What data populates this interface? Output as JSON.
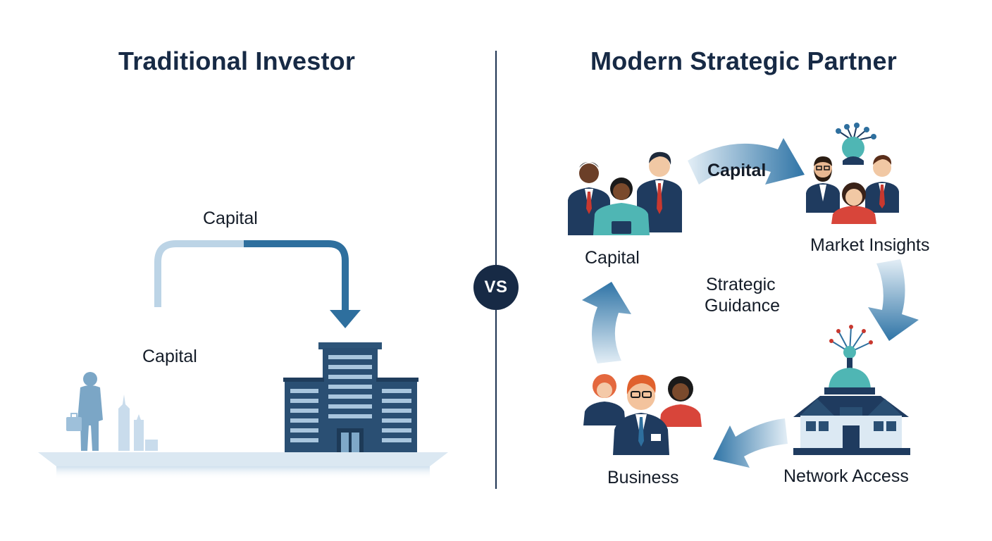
{
  "left_panel": {
    "title": "Traditional Investor",
    "arrow_label": "Capital",
    "investor_label": "Capital"
  },
  "vs_badge": {
    "label": "VS"
  },
  "right_panel": {
    "title": "Modern Strategic Partner",
    "arrow_label_top": "Capital",
    "center_label_line1": "Strategic",
    "center_label_line2": "Guidance",
    "nodes": {
      "capital": "Capital",
      "market_insights": "Market Insights",
      "network_access": "Network Access",
      "business": "Business"
    }
  },
  "colors": {
    "navy": "#172a45",
    "steel_blue": "#2e6f9e",
    "light_blue": "#bcd4e6",
    "teal": "#4fb6b4",
    "red_tie": "#c8382f"
  }
}
